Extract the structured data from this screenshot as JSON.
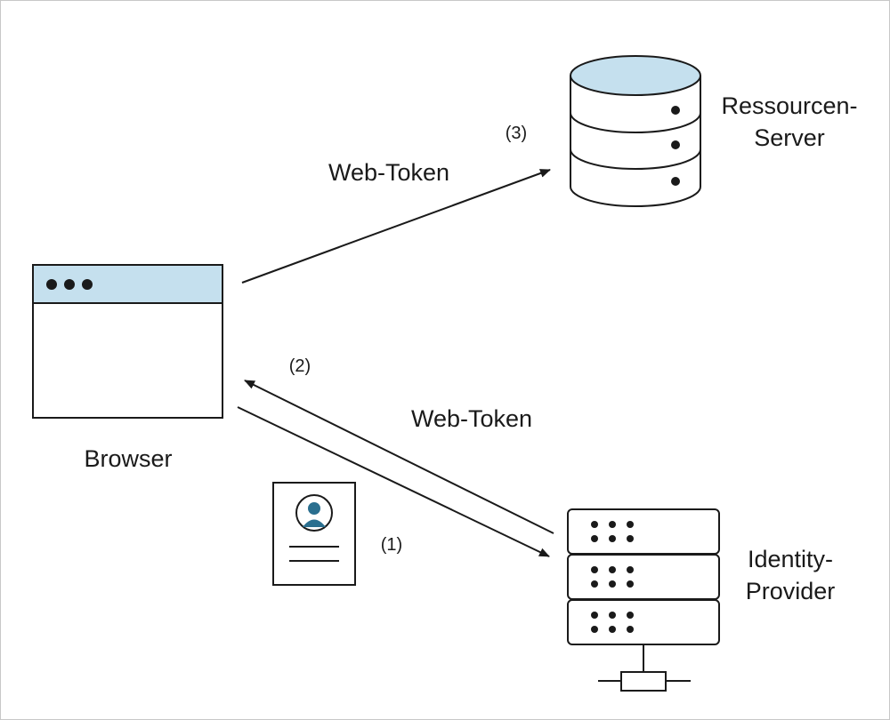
{
  "colors": {
    "accent_fill": "#c5e0ee",
    "person_icon": "#2a6f8f",
    "stroke": "#1a1a1a"
  },
  "nodes": {
    "browser": {
      "label": "Browser"
    },
    "resource_server": {
      "label_line1": "Ressourcen-",
      "label_line2": "Server"
    },
    "identity_provider": {
      "label_line1": "Identity-",
      "label_line2": "Provider"
    }
  },
  "edges": {
    "step1": {
      "number": "(1)"
    },
    "step2": {
      "number": "(2)",
      "label": "Web-Token"
    },
    "step3": {
      "number": "(3)",
      "label": "Web-Token"
    }
  },
  "icons": [
    "browser-window-icon",
    "database-icon",
    "server-rack-icon",
    "id-card-icon"
  ]
}
